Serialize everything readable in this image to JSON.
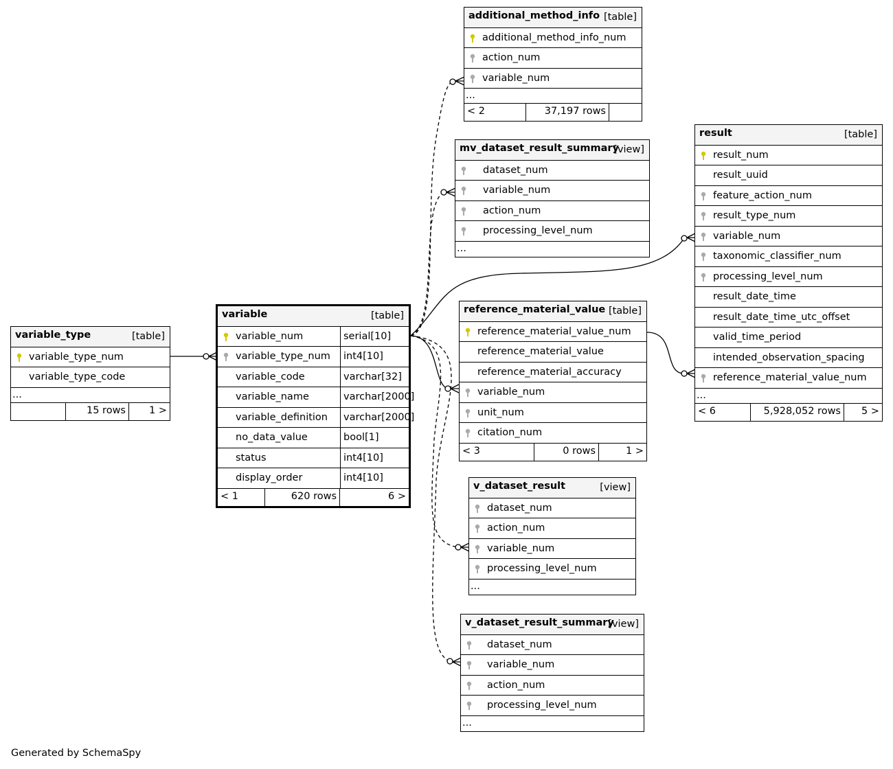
{
  "footer": "Generated by SchemaSpy",
  "tables": {
    "variable_type": {
      "name": "variable_type",
      "kind": "[table]",
      "columns": [
        {
          "name": "variable_type_num",
          "key": "pk"
        },
        {
          "name": "variable_type_code",
          "key": ""
        }
      ],
      "more": "...",
      "footer": {
        "left": "",
        "rows": "15 rows",
        "right": "1 >"
      }
    },
    "variable": {
      "name": "variable",
      "kind": "[table]",
      "columns": [
        {
          "name": "variable_num",
          "type": "serial[10]",
          "key": "pk"
        },
        {
          "name": "variable_type_num",
          "type": "int4[10]",
          "key": "fk"
        },
        {
          "name": "variable_code",
          "type": "varchar[32]",
          "key": ""
        },
        {
          "name": "variable_name",
          "type": "varchar[2000]",
          "key": ""
        },
        {
          "name": "variable_definition",
          "type": "varchar[2000]",
          "key": ""
        },
        {
          "name": "no_data_value",
          "type": "bool[1]",
          "key": ""
        },
        {
          "name": "status",
          "type": "int4[10]",
          "key": ""
        },
        {
          "name": "display_order",
          "type": "int4[10]",
          "key": ""
        }
      ],
      "footer": {
        "left": "< 1",
        "rows": "620 rows",
        "right": "6 >"
      }
    },
    "additional_method_info": {
      "name": "additional_method_info",
      "kind": "[table]",
      "columns": [
        {
          "name": "additional_method_info_num",
          "key": "pk"
        },
        {
          "name": "action_num",
          "key": "fk"
        },
        {
          "name": "variable_num",
          "key": "fk"
        }
      ],
      "more": "...",
      "footer": {
        "left": "< 2",
        "rows": "37,197 rows",
        "right": ""
      }
    },
    "mv_dataset_result_summary": {
      "name": "mv_dataset_result_summary",
      "kind": "[view]",
      "columns": [
        {
          "name": "dataset_num",
          "key": "fk"
        },
        {
          "name": "variable_num",
          "key": "fk"
        },
        {
          "name": "action_num",
          "key": "fk"
        },
        {
          "name": "processing_level_num",
          "key": "fk"
        }
      ],
      "more": "..."
    },
    "reference_material_value": {
      "name": "reference_material_value",
      "kind": "[table]",
      "columns": [
        {
          "name": "reference_material_value_num",
          "key": "pk"
        },
        {
          "name": "reference_material_value",
          "key": ""
        },
        {
          "name": "reference_material_accuracy",
          "key": ""
        },
        {
          "name": "variable_num",
          "key": "fk"
        },
        {
          "name": "unit_num",
          "key": "fk"
        },
        {
          "name": "citation_num",
          "key": "fk"
        }
      ],
      "footer": {
        "left": "< 3",
        "rows": "0 rows",
        "right": "1 >"
      }
    },
    "result": {
      "name": "result",
      "kind": "[table]",
      "columns": [
        {
          "name": "result_num",
          "key": "pk"
        },
        {
          "name": "result_uuid",
          "key": ""
        },
        {
          "name": "feature_action_num",
          "key": "fk"
        },
        {
          "name": "result_type_num",
          "key": "fk"
        },
        {
          "name": "variable_num",
          "key": "fk"
        },
        {
          "name": "taxonomic_classifier_num",
          "key": "fk"
        },
        {
          "name": "processing_level_num",
          "key": "fk"
        },
        {
          "name": "result_date_time",
          "key": ""
        },
        {
          "name": "result_date_time_utc_offset",
          "key": ""
        },
        {
          "name": "valid_time_period",
          "key": ""
        },
        {
          "name": "intended_observation_spacing",
          "key": ""
        },
        {
          "name": "reference_material_value_num",
          "key": "fk"
        }
      ],
      "more": "...",
      "footer": {
        "left": "< 6",
        "rows": "5,928,052 rows",
        "right": "5 >"
      }
    },
    "v_dataset_result": {
      "name": "v_dataset_result",
      "kind": "[view]",
      "columns": [
        {
          "name": "dataset_num",
          "key": "fk"
        },
        {
          "name": "action_num",
          "key": "fk"
        },
        {
          "name": "variable_num",
          "key": "fk"
        },
        {
          "name": "processing_level_num",
          "key": "fk"
        }
      ],
      "more": "..."
    },
    "v_dataset_result_summary": {
      "name": "v_dataset_result_summary",
      "kind": "[view]",
      "columns": [
        {
          "name": "dataset_num",
          "key": "fk"
        },
        {
          "name": "variable_num",
          "key": "fk"
        },
        {
          "name": "action_num",
          "key": "fk"
        },
        {
          "name": "processing_level_num",
          "key": "fk"
        }
      ],
      "more": "..."
    }
  },
  "colors": {
    "primary_key": "#d4c800",
    "foreign_key": "#aaaaaa",
    "header": "#f4f4f4"
  }
}
